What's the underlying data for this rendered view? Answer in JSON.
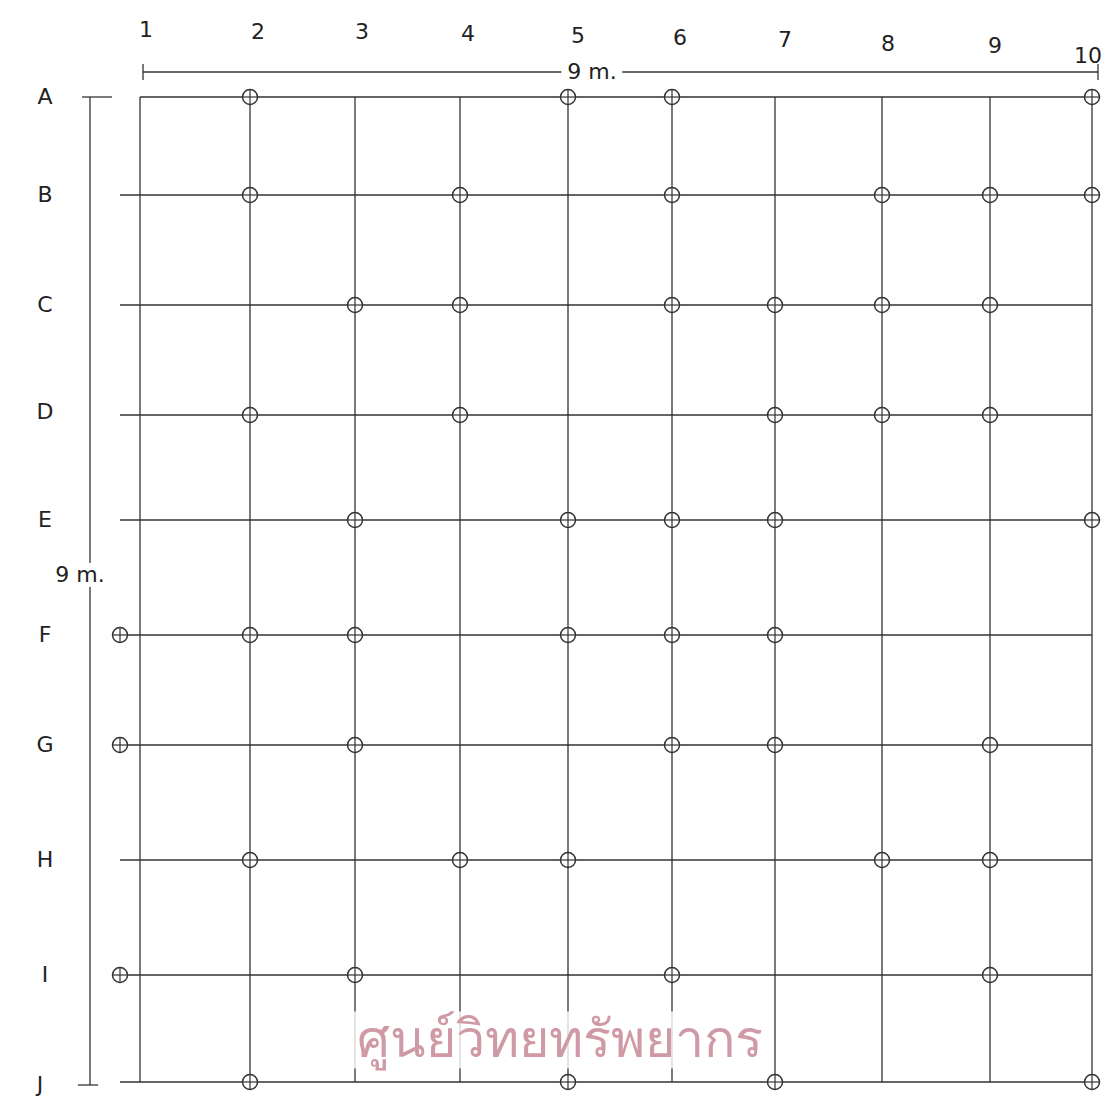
{
  "diagram": {
    "labels": [
      "1",
      "2",
      "3",
      "4",
      "5",
      "6",
      "7",
      "8",
      "9",
      "10",
      "9 m.",
      "A",
      "B",
      "C",
      "D",
      "E",
      "F",
      "G",
      "H",
      "I",
      "J",
      "9 m.",
      "ศูนย์วิทยทรัพยากร"
    ]
  }
}
